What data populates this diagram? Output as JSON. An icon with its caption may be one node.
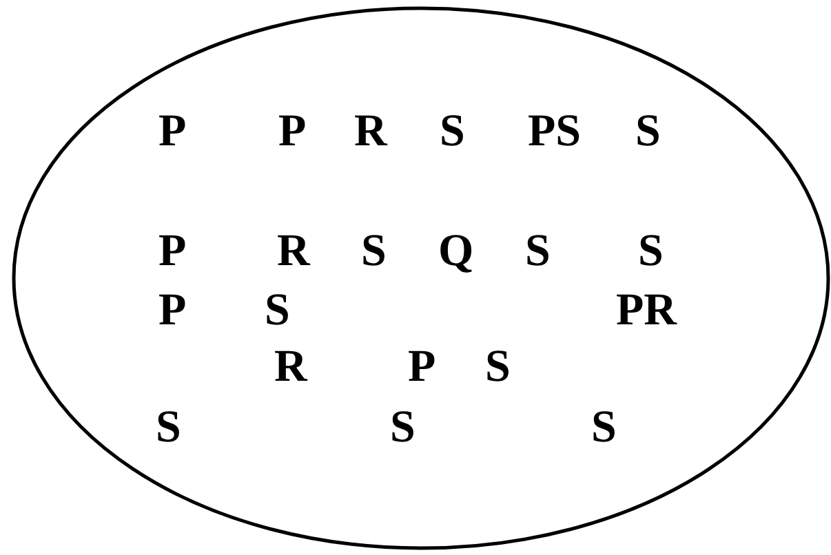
{
  "diagram": {
    "nodes": [
      {
        "text": [
          "P",
          "P",
          "R",
          "S",
          "PS",
          "S",
          "P",
          "R",
          "S",
          "Q",
          "S",
          "S",
          "P",
          "S",
          "PR",
          "R",
          "P",
          "S",
          "S",
          "S",
          "S"
        ]
      }
    ]
  }
}
